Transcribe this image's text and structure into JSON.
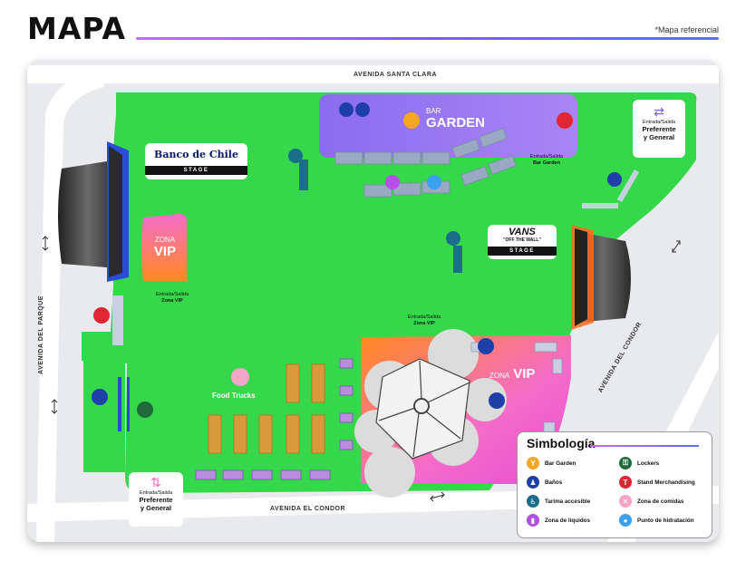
{
  "header": {
    "title": "MAPA",
    "note": "*Mapa referencial"
  },
  "streets": {
    "north": "AVENIDA SANTA CLARA",
    "west": "AVENIDA DEL PARQUE",
    "south": "AVENIDA EL CONDOR",
    "east": "AVENIDA DEL CONDOR"
  },
  "stages": {
    "left": {
      "brand": "Banco de Chile",
      "tag": "STAGE"
    },
    "right": {
      "brand": "VANS",
      "tagline": "\"OFF THE WALL\"",
      "tag": "STAGE"
    }
  },
  "zones": {
    "bar_garden": {
      "line1": "BAR",
      "line2": "GARDEN"
    },
    "vip_left": {
      "line1": "ZONA",
      "line2": "VIP"
    },
    "vip_right": {
      "line1": "ZONA",
      "line2": "VIP"
    },
    "food_trucks": "Food Trucks"
  },
  "entrances": {
    "vip_left": {
      "line1": "Entrada/Salida",
      "line2": "Zona VIP"
    },
    "vip_right": {
      "line1": "Entrada/Salida",
      "line2": "Zona VIP"
    },
    "bar_garden": {
      "line1": "Entrada/Salida",
      "line2": "Bar Garden"
    },
    "general_ne": {
      "line1": "Entrada/Salida",
      "line2": "Preferente",
      "line3": "y General"
    },
    "general_sw": {
      "line1": "Entrada/Salida",
      "line2": "Preferente",
      "line3": "y General"
    }
  },
  "legend": {
    "title": "Simbología",
    "items": [
      {
        "label": "Bar Garden",
        "icon": "cocktail-icon",
        "color": "#f5a623"
      },
      {
        "label": "Baños",
        "icon": "restroom-icon",
        "color": "#1f3fa8"
      },
      {
        "label": "Tarima accesible",
        "icon": "wheelchair-icon",
        "color": "#1b6e8a"
      },
      {
        "label": "Zona de líquidos",
        "icon": "bottle-icon",
        "color": "#b450e6"
      },
      {
        "label": "Lockers",
        "icon": "lock-icon",
        "color": "#1f6b3a"
      },
      {
        "label": "Stand Merchandising",
        "icon": "shirt-icon",
        "color": "#e02535"
      },
      {
        "label": "Zona de comidas",
        "icon": "food-icon",
        "color": "#f4a6c7"
      },
      {
        "label": "Punto de hidratación",
        "icon": "water-drop-icon",
        "color": "#3aa0f0"
      }
    ]
  },
  "colors": {
    "grass": "#35d84a",
    "road": "#d9dadd",
    "vip": "#f56bcb",
    "accent": "#7b5cf5"
  }
}
